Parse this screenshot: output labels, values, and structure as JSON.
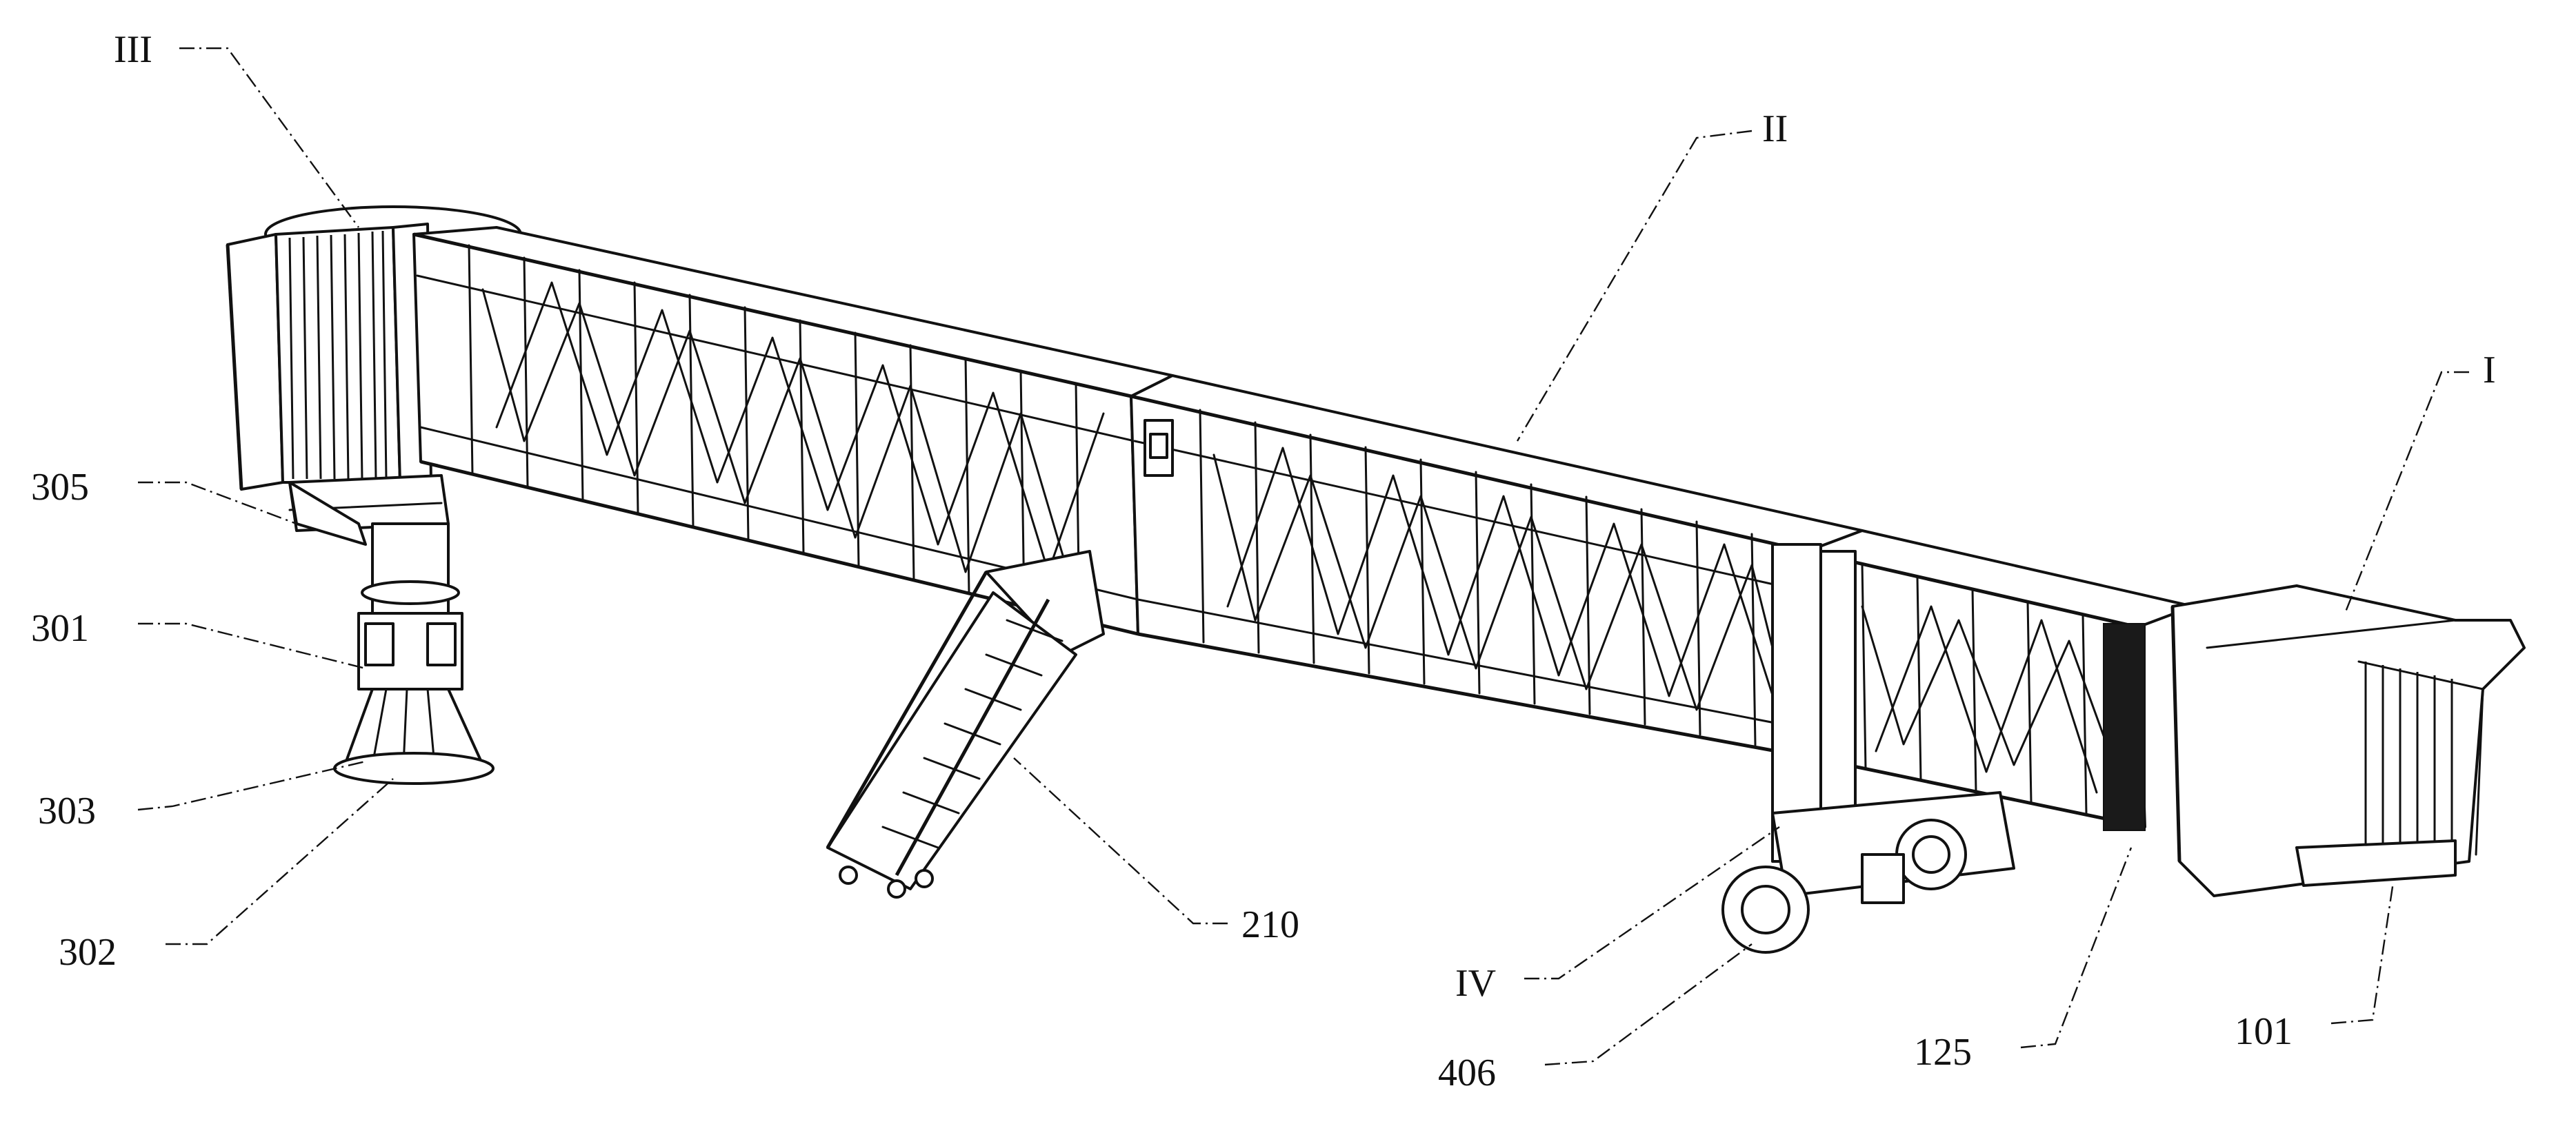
{
  "figure": {
    "labels": {
      "I": "I",
      "II": "II",
      "III": "III",
      "IV": "IV",
      "n101": "101",
      "n125": "125",
      "n210": "210",
      "n301": "301",
      "n302": "302",
      "n303": "303",
      "n305": "305",
      "n406": "406"
    }
  }
}
